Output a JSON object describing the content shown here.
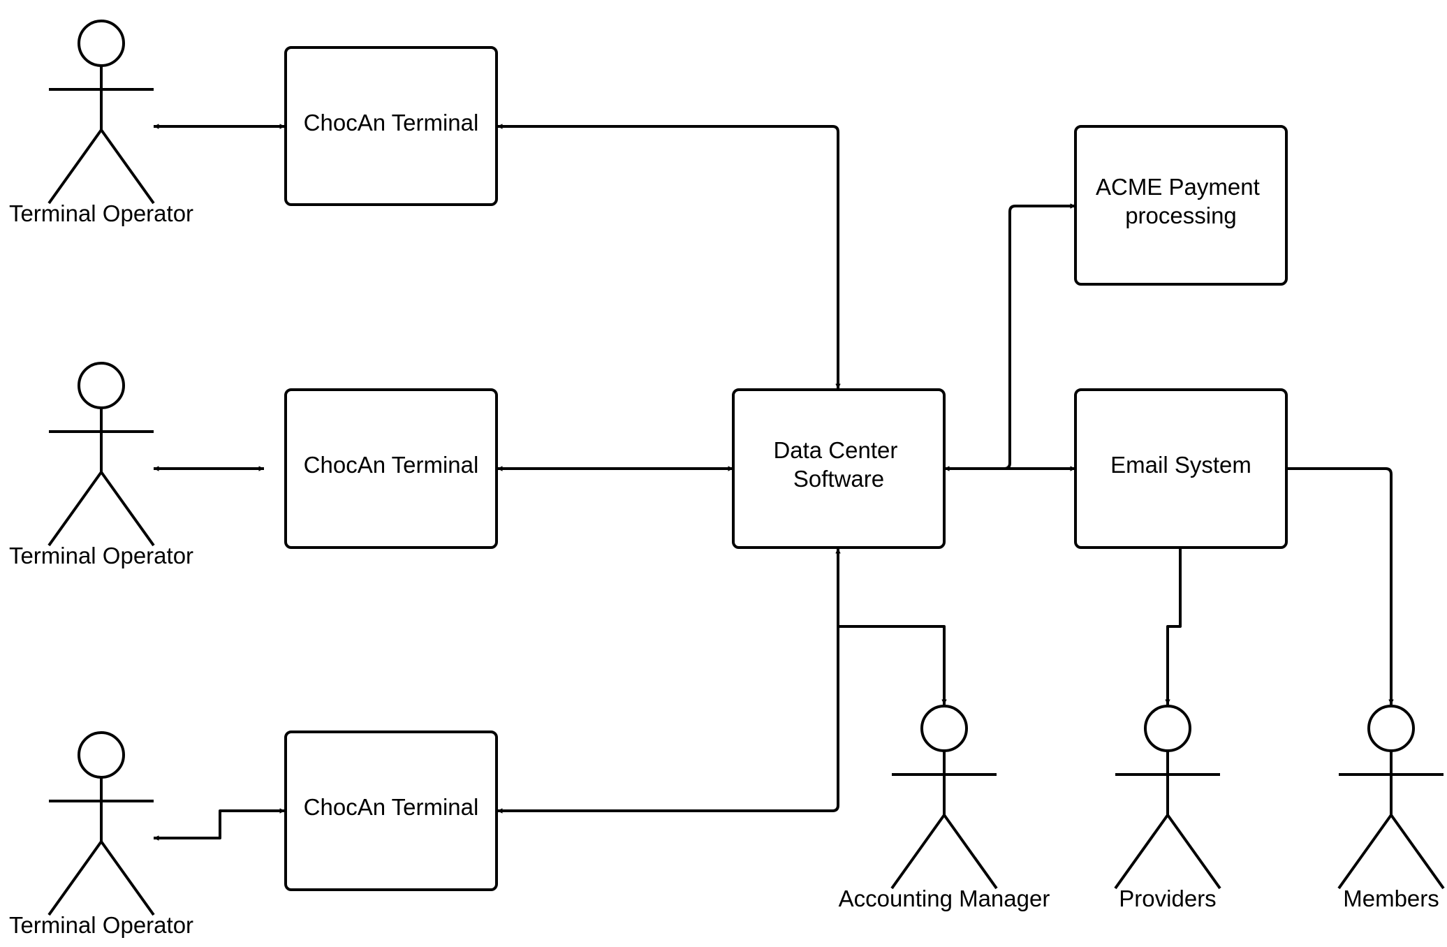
{
  "diagram": {
    "colors": {
      "stroke": "#000000",
      "fill": "#ffffff",
      "text": "#000000"
    },
    "boxes": {
      "terminal_top": {
        "lines": [
          "ChocAn Terminal"
        ]
      },
      "terminal_mid": {
        "lines": [
          "ChocAn Terminal"
        ]
      },
      "terminal_bot": {
        "lines": [
          "ChocAn Terminal"
        ]
      },
      "data_center": {
        "lines": [
          "Data Center",
          "Software"
        ]
      },
      "acme": {
        "lines": [
          "ACME Payment",
          "processing"
        ]
      },
      "email": {
        "lines": [
          "Email System"
        ]
      }
    },
    "actors": {
      "operator_top": {
        "label": "Terminal Operator"
      },
      "operator_mid": {
        "label": "Terminal Operator"
      },
      "operator_bot": {
        "label": "Terminal Operator"
      },
      "accounting": {
        "label": "Accounting Manager"
      },
      "providers": {
        "label": "Providers"
      },
      "members": {
        "label": "Members"
      }
    }
  }
}
